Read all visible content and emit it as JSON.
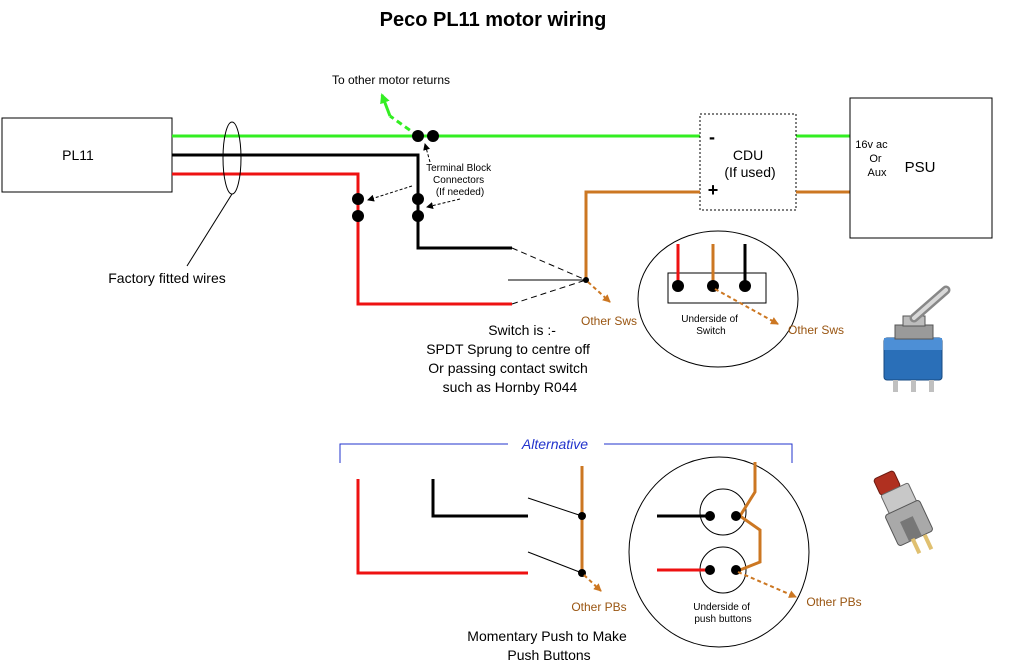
{
  "title": "Peco PL11 motor wiring",
  "labels": {
    "pl11": "PL11",
    "cdu_minus": "-",
    "cdu_line1": "CDU",
    "cdu_line2": "(If used)",
    "cdu_plus": "+",
    "psu_input_line1": "16v ac",
    "psu_input_line2": "Or",
    "psu_input_line3": "Aux",
    "psu": "PSU",
    "to_other_motor_returns": "To other motor returns",
    "terminal_block_line1": "Terminal Block",
    "terminal_block_line2": "Connectors",
    "terminal_block_line3": "(If needed)",
    "factory_fitted_wires": "Factory fitted wires",
    "other_sws": "Other Sws",
    "other_sws_2": "Other Sws",
    "underside_switch_line1": "Underside of",
    "underside_switch_line2": "Switch",
    "switch_desc_line1": "Switch is :-",
    "switch_desc_line2": "SPDT Sprung to centre off",
    "switch_desc_line3": "Or passing contact switch",
    "switch_desc_line4": "such as Hornby R044",
    "alternative": "Alternative",
    "other_pbs": "Other PBs",
    "other_pbs_2": "Other PBs",
    "underside_pb_line1": "Underside of",
    "underside_pb_line2": "push buttons",
    "pb_desc_line1": "Momentary Push to Make",
    "pb_desc_line2": "Push Buttons"
  },
  "colors": {
    "green_wire": "#33ee22",
    "black_wire": "#000000",
    "red_wire": "#ee1111",
    "orange_wire": "#cc7722",
    "blue_bracket": "#2233cc",
    "orange_text": "#995511"
  }
}
